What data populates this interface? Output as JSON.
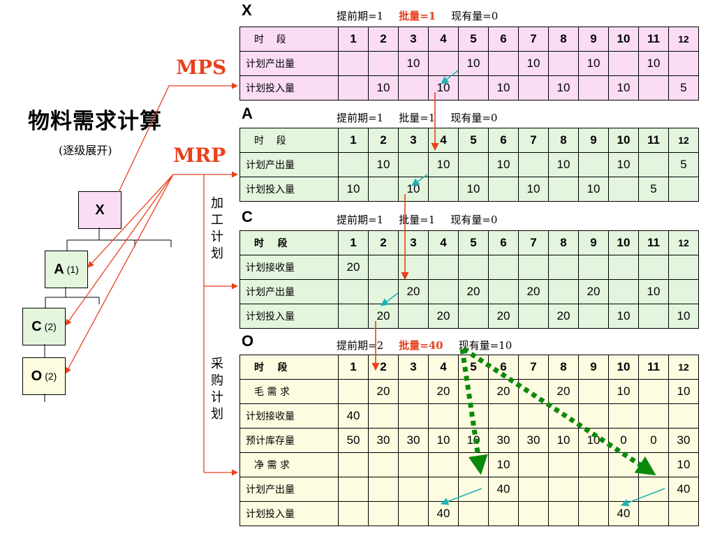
{
  "main_title": "物料需求计算",
  "sub_title": "(逐级展开)",
  "mps_label": "MPS",
  "mrp_label": "MRP",
  "machining_plan_label": "加工计划",
  "purchase_plan_label": "采购计划",
  "highlight_color": "#e8401c",
  "bom": {
    "x": {
      "name": "X",
      "qty": ""
    },
    "a": {
      "name": "A",
      "qty": "(1)"
    },
    "c": {
      "name": "C",
      "qty": "(2)"
    },
    "o": {
      "name": "O",
      "qty": "(2)"
    }
  },
  "periods": [
    "1",
    "2",
    "3",
    "4",
    "5",
    "6",
    "7",
    "8",
    "9",
    "10",
    "11",
    "12"
  ],
  "tables": {
    "x": {
      "title": "X",
      "lead_time": "提前期=1",
      "lot_size": "批量=1",
      "on_hand": "现有量=0",
      "period_label": "时 段",
      "rows": [
        {
          "label": "计划产出量",
          "cells": [
            "",
            "",
            "10",
            "",
            "10",
            "",
            "10",
            "",
            "10",
            "",
            "10",
            ""
          ]
        },
        {
          "label": "计划投入量",
          "cells": [
            "",
            "10",
            "",
            "10",
            "",
            "10",
            "",
            "10",
            "",
            "10",
            "",
            "5"
          ]
        }
      ]
    },
    "a": {
      "title": "A",
      "lead_time": "提前期=1",
      "lot_size": "批量=1",
      "on_hand": "现有量=0",
      "period_label": "时 段",
      "rows": [
        {
          "label": "计划产出量",
          "cells": [
            "",
            "10",
            "",
            "10",
            "",
            "10",
            "",
            "10",
            "",
            "10",
            "",
            "5"
          ]
        },
        {
          "label": "计划投入量",
          "cells": [
            "10",
            "",
            "10",
            "",
            "10",
            "",
            "10",
            "",
            "10",
            "",
            "5",
            ""
          ]
        }
      ]
    },
    "c": {
      "title": "C",
      "lead_time": "提前期=1",
      "lot_size": "批量=1",
      "on_hand": "现有量=0",
      "period_label": "时 段",
      "rows": [
        {
          "label": "计划接收量",
          "cells": [
            "20",
            "",
            "",
            "",
            "",
            "",
            "",
            "",
            "",
            "",
            "",
            ""
          ]
        },
        {
          "label": "计划产出量",
          "cells": [
            "",
            "",
            "20",
            "",
            "20",
            "",
            "20",
            "",
            "20",
            "",
            "10",
            ""
          ]
        },
        {
          "label": "计划投入量",
          "cells": [
            "",
            "20",
            "",
            "20",
            "",
            "20",
            "",
            "20",
            "",
            "10",
            "",
            "10"
          ]
        }
      ]
    },
    "o": {
      "title": "O",
      "lead_time": "提前期=2",
      "lot_size": "批量=40",
      "on_hand": "现有量=10",
      "period_label": "时 段",
      "rows": [
        {
          "label": "毛 需 求",
          "cells": [
            "",
            "20",
            "",
            "20",
            "",
            "20",
            "",
            "20",
            "",
            "10",
            "",
            "10"
          ]
        },
        {
          "label": "计划接收量",
          "cells": [
            "40",
            "",
            "",
            "",
            "",
            "",
            "",
            "",
            "",
            "",
            "",
            ""
          ]
        },
        {
          "label": "预计库存量",
          "cells": [
            "50",
            "30",
            "30",
            "10",
            "10",
            "30",
            "30",
            "10",
            "10",
            "0",
            "0",
            "30"
          ]
        },
        {
          "label": "净 需 求",
          "cells": [
            "",
            "",
            "",
            "",
            "",
            "10",
            "",
            "",
            "",
            "",
            "",
            "10"
          ]
        },
        {
          "label": "计划产出量",
          "cells": [
            "",
            "",
            "",
            "",
            "",
            "40",
            "",
            "",
            "",
            "",
            "",
            "40"
          ]
        },
        {
          "label": "计划投入量",
          "cells": [
            "",
            "",
            "",
            "40",
            "",
            "",
            "",
            "",
            "",
            "40",
            "",
            ""
          ]
        }
      ]
    }
  }
}
